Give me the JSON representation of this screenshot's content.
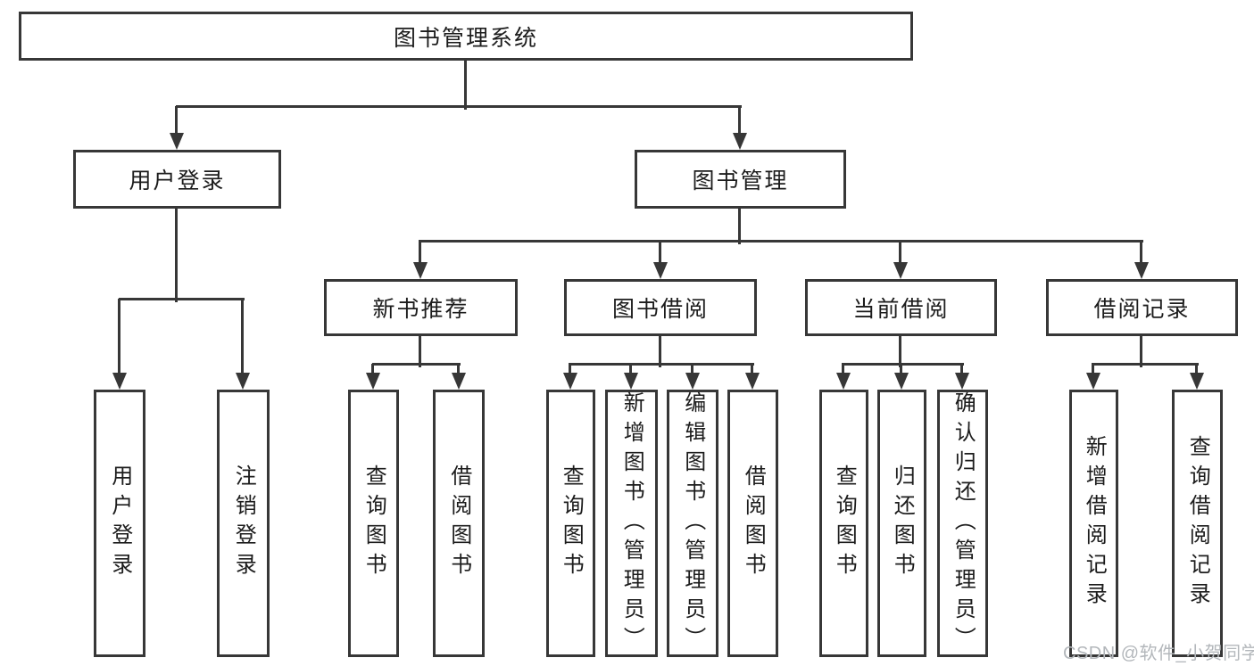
{
  "tree": {
    "label": "图书管理系统",
    "children": [
      {
        "label": "用户登录",
        "children": [
          {
            "label": "用户登录"
          },
          {
            "label": "注销登录"
          }
        ]
      },
      {
        "label": "图书管理",
        "children": [
          {
            "label": "新书推荐",
            "children": [
              {
                "label": "查询图书"
              },
              {
                "label": "借阅图书"
              }
            ]
          },
          {
            "label": "图书借阅",
            "children": [
              {
                "label": "查询图书"
              },
              {
                "label": "新增图书（管理员）"
              },
              {
                "label": "编辑图书（管理员）"
              },
              {
                "label": "借阅图书"
              }
            ]
          },
          {
            "label": "当前借阅",
            "children": [
              {
                "label": "查询图书"
              },
              {
                "label": "归还图书"
              },
              {
                "label": "确认归还（管理员）"
              }
            ]
          },
          {
            "label": "借阅记录",
            "children": [
              {
                "label": "新增借阅记录"
              },
              {
                "label": "查询借阅记录"
              }
            ]
          }
        ]
      }
    ]
  },
  "watermark": "CSDN @软件_小贺同学",
  "colors": {
    "line": "#373737",
    "text": "#1c1c1c",
    "watermark": "#b3b7bb",
    "background": "#ffffff"
  }
}
